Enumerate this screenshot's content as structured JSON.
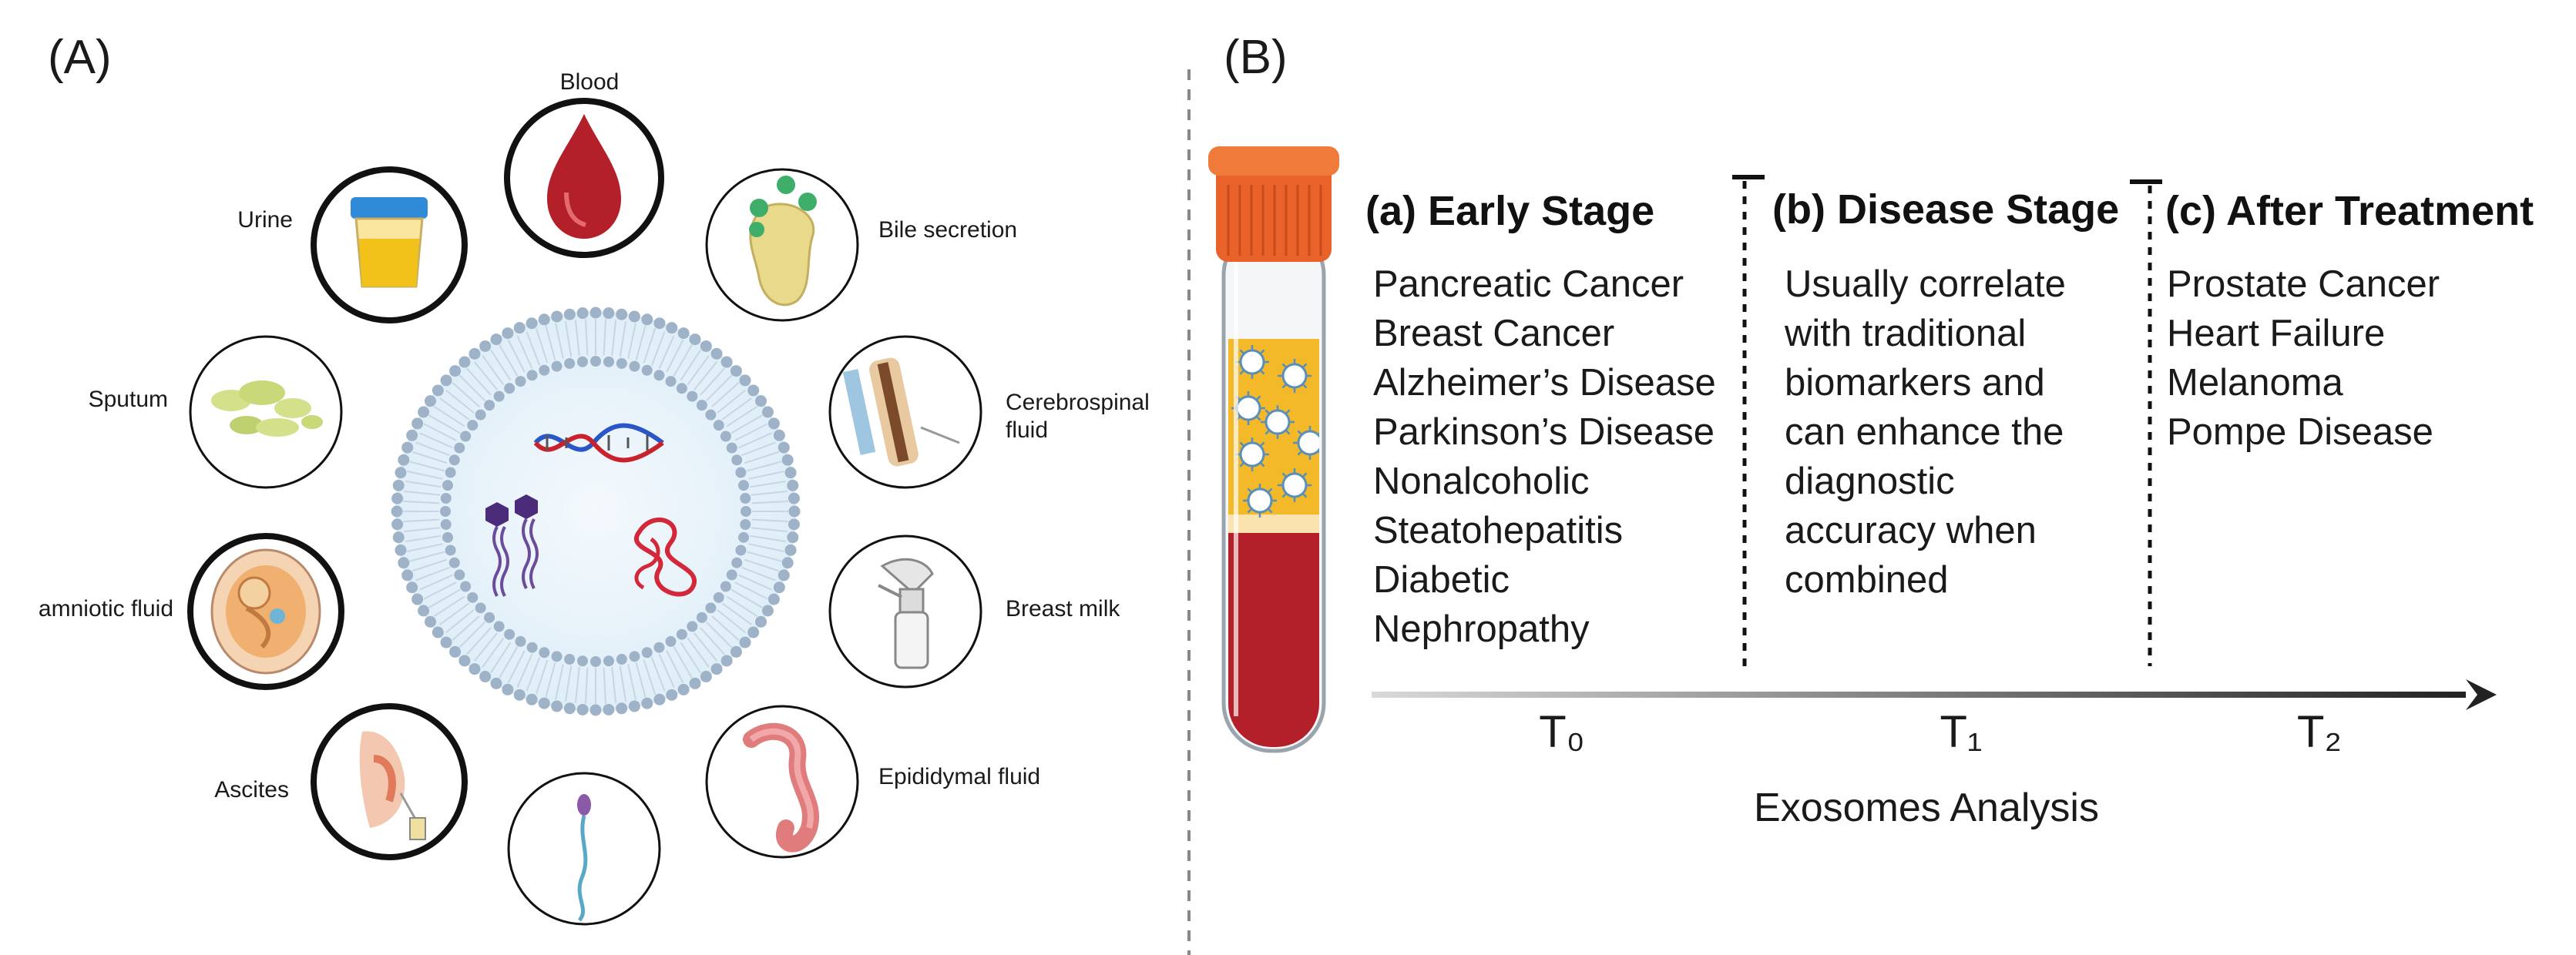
{
  "panel_a": {
    "label": "(A)",
    "fluids": [
      {
        "id": "blood",
        "label": "Blood",
        "icon": "blood-drop-icon"
      },
      {
        "id": "bile",
        "label": "Bile secretion",
        "icon": "bile-icon"
      },
      {
        "id": "csf",
        "label_lines": [
          "Cerebrospinal",
          "fluid"
        ],
        "icon": "spine-icon"
      },
      {
        "id": "milk",
        "label": "Breast milk",
        "icon": "breast-pump-icon"
      },
      {
        "id": "epididymal",
        "label": "Epididymal fluid",
        "icon": "epididymis-icon"
      },
      {
        "id": "semen",
        "label": "",
        "icon": "sperm-icon"
      },
      {
        "id": "ascites",
        "label": "Ascites",
        "icon": "ascites-icon"
      },
      {
        "id": "amniotic",
        "label": "amniotic fluid",
        "icon": "fetus-icon"
      },
      {
        "id": "sputum",
        "label": "Sputum",
        "icon": "sputum-icon"
      },
      {
        "id": "urine",
        "label": "Urine",
        "icon": "urine-cup-icon"
      }
    ],
    "center_icon": "exosome-icon"
  },
  "panel_b": {
    "label": "(B)",
    "tube_icon": "blood-tube-icon",
    "stages": [
      {
        "title": "(a) Early Stage",
        "items": [
          "Pancreatic Cancer",
          "Breast Cancer",
          "Alzheimer’s Disease",
          "Parkinson’s Disease",
          "Nonalcoholic",
          "Steatohepatitis",
          "Diabetic",
          "Nephropathy"
        ]
      },
      {
        "title": "(b) Disease Stage",
        "items": [
          "Usually correlate",
          "with traditional",
          "biomarkers and",
          "can enhance the",
          "diagnostic",
          "accuracy when",
          "combined"
        ]
      },
      {
        "title": "(c) After Treatment",
        "items": [
          "Prostate Cancer",
          "Heart Failure",
          "Melanoma",
          "Pompe Disease"
        ]
      }
    ],
    "timepoints": [
      "T₀",
      "T₁",
      "T₂"
    ],
    "axis_title": "Exosomes Analysis"
  },
  "colors": {
    "blood": "#b3202a",
    "ring_outline": "#111111",
    "membrane": "#9fb3c8",
    "tube_cap": "#e8622a",
    "tube_plasma": "#f3b928"
  }
}
